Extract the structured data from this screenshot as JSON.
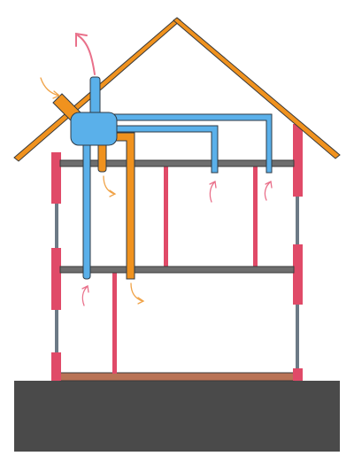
{
  "diagram": {
    "subject": "house-ventilation-system",
    "colors": {
      "background": "#ffffff",
      "ground": "#4a4a4a",
      "roof": "#f0921e",
      "roof_outline": "#3a3a3a",
      "wall": "#e04a68",
      "wall_thin": "#6c7a86",
      "floor_slab": "#6e6e6e",
      "ground_floor": "#b97356",
      "supply_duct": "#5ab0ea",
      "exhaust_duct": "#f0921e",
      "extract_arrow": "#e9708a",
      "outdoor_arrow": "#f0a348",
      "outline": "#2f3a44"
    },
    "components": [
      {
        "id": "ventilation-unit",
        "icon": "heat-recovery-unit"
      },
      {
        "id": "supply-air",
        "icon": "blue-duct"
      },
      {
        "id": "exhaust-air",
        "icon": "orange-duct"
      },
      {
        "id": "fresh-air-intake",
        "icon": "orange-curved-arrow"
      },
      {
        "id": "stale-air-outlet",
        "icon": "red-curved-arrow"
      }
    ]
  }
}
